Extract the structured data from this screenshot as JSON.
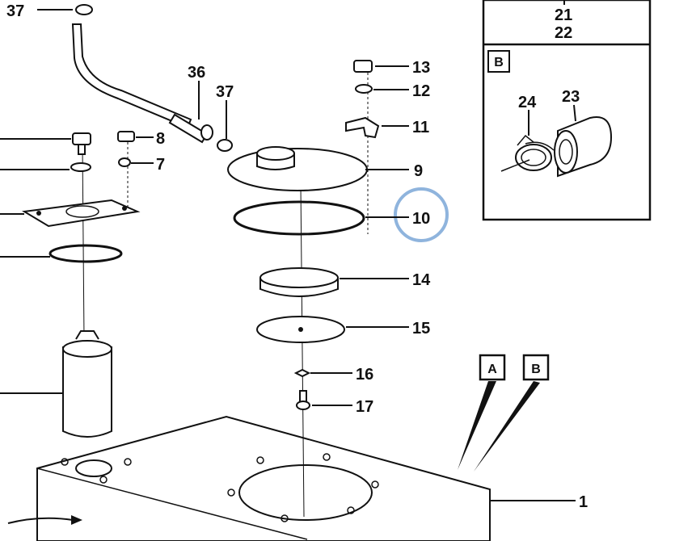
{
  "labels": {
    "p1": "1",
    "p7": "7",
    "p8": "8",
    "p9": "9",
    "p10": "10",
    "p11": "11",
    "p12": "12",
    "p13": "13",
    "p14": "14",
    "p15": "15",
    "p16": "16",
    "p17": "17",
    "p21": "21",
    "p22": "22",
    "p23": "23",
    "p24": "24",
    "p36": "36",
    "p37a": "37",
    "p37b": "37"
  },
  "callouts": {
    "detail_box": "B",
    "marker_a": "A",
    "marker_b": "B"
  },
  "highlight": {
    "color": "#8fb4dd",
    "target": "10"
  }
}
